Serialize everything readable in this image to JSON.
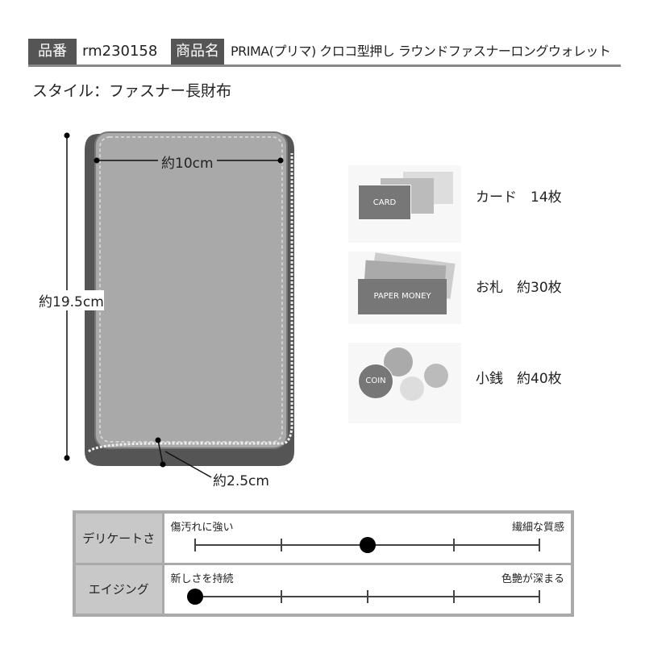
{
  "header": {
    "code_label": "品番",
    "code": "rm230158",
    "name_label": "商品名",
    "name": "PRIMA(プリマ) クロコ型押し ラウンドファスナーロングウォレット"
  },
  "style": "スタイル：ファスナー長財布",
  "dimensions": {
    "width": "約10cm",
    "height": "約19.5cm",
    "depth": "約2.5cm"
  },
  "capacity": [
    {
      "icon_text": "CARD",
      "label": "カード　14枚"
    },
    {
      "icon_text": "PAPER MONEY",
      "label": "お札　約30枚"
    },
    {
      "icon_text": "COIN",
      "label": "小銭　約40枚"
    }
  ],
  "scales": [
    {
      "label": "デリケートさ",
      "left": "傷汚れに強い",
      "right": "繊細な質感",
      "value": 3,
      "max": 5
    },
    {
      "label": "エイジング",
      "left": "新しさを持続",
      "right": "色艶が深まる",
      "value": 1,
      "max": 5
    }
  ]
}
